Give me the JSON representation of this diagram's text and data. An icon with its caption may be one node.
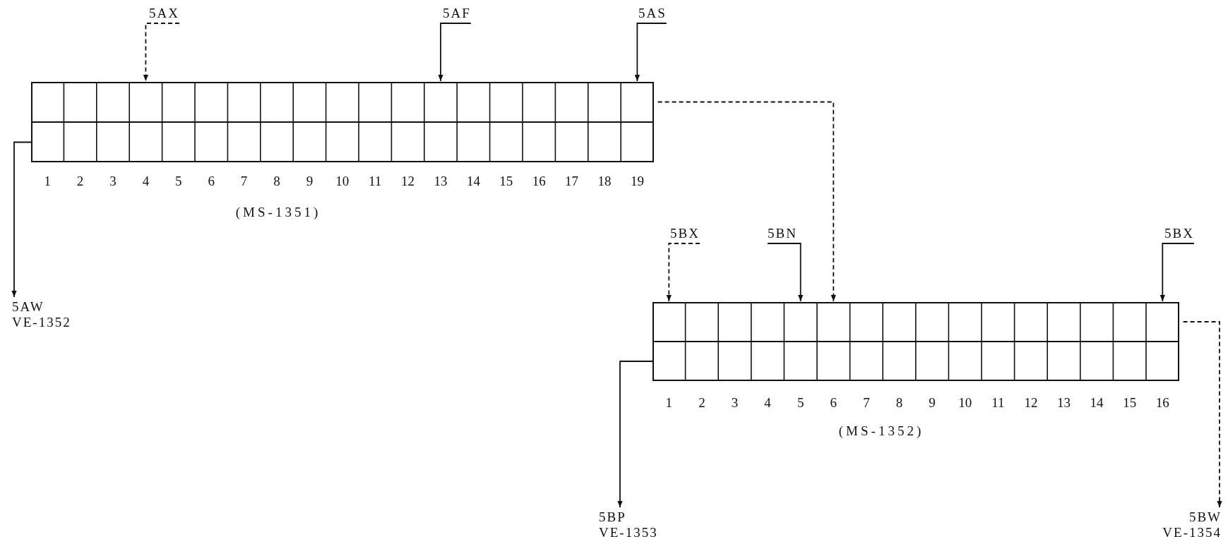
{
  "diagram": {
    "nodes": [
      {
        "text": [
          "5AX"
        ]
      },
      {
        "text": [
          "5AF"
        ]
      },
      {
        "text": [
          "5AS"
        ]
      },
      {
        "text": [],
        "shape": "box",
        "beside": [
          "(MS-1351)"
        ]
      },
      {
        "text": [
          "5AW",
          "VE-1352"
        ]
      },
      {
        "text": [
          "5BX"
        ]
      },
      {
        "text": [
          "5BN"
        ]
      },
      {
        "text": [
          "5BX"
        ]
      },
      {
        "text": [],
        "shape": "box",
        "beside": [
          "(MS-1352)"
        ]
      },
      {
        "text": [
          "5BP",
          "VE-1353"
        ]
      },
      {
        "text": [
          "5BW",
          "VE-1354"
        ]
      }
    ],
    "edges": [
      {
        "from": 0,
        "to": 3,
        "arrow": "to",
        "style": "dashed"
      },
      {
        "from": 1,
        "to": 3,
        "arrow": "to"
      },
      {
        "from": 2,
        "to": 3,
        "arrow": "to"
      },
      {
        "from": 3,
        "to": 4,
        "arrow": "to"
      },
      {
        "from": 3,
        "to": 8,
        "arrow": "to",
        "style": "dashed"
      },
      {
        "from": 5,
        "to": 8,
        "arrow": "to",
        "style": "dashed"
      },
      {
        "from": 6,
        "to": 8,
        "arrow": "to"
      },
      {
        "from": 7,
        "to": 8,
        "arrow": "to"
      },
      {
        "from": 8,
        "to": 9,
        "arrow": "to"
      },
      {
        "from": 8,
        "to": 10,
        "arrow": "to",
        "style": "dashed"
      }
    ],
    "labels": [
      "1",
      "2",
      "3",
      "4",
      "5",
      "6",
      "7",
      "8",
      "9",
      "10",
      "11",
      "12",
      "13",
      "14",
      "15",
      "16",
      "17",
      "18",
      "19",
      "1",
      "2",
      "3",
      "4",
      "5",
      "6",
      "7",
      "8",
      "9",
      "10",
      "11",
      "12",
      "13",
      "14",
      "15",
      "16"
    ]
  }
}
